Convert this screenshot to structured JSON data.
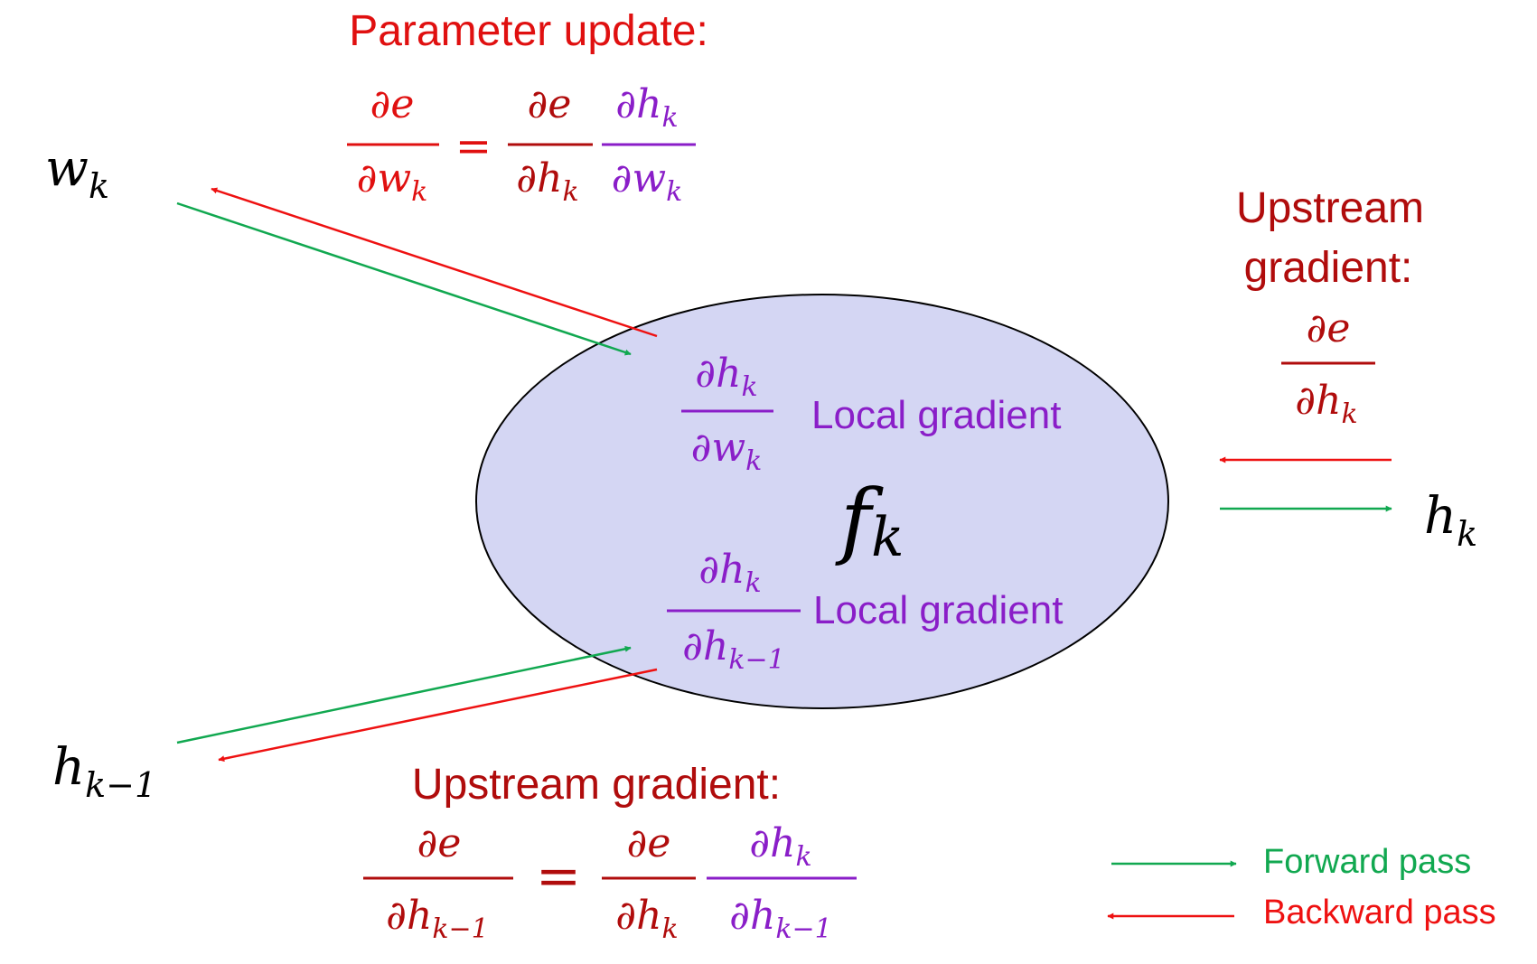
{
  "colors": {
    "forward": "#11a850",
    "backward": "#ee1111",
    "red_text": "#e01010",
    "dark_red": "#b00c0c",
    "purple": "#8a1ec8",
    "black": "#000000",
    "node_fill": "#d4d6f3",
    "node_stroke": "#000000"
  },
  "node": {
    "label": "f",
    "sub": "k"
  },
  "inputs": {
    "weight": {
      "base": "w",
      "sub": "k"
    },
    "prev": {
      "base": "h",
      "sub": "k−1"
    }
  },
  "output": {
    "base": "h",
    "sub": "k"
  },
  "parameter_update": {
    "title": "Parameter update:",
    "lhs": {
      "num": "∂e",
      "den_base": "∂w",
      "den_sub": "k"
    },
    "equals": "=",
    "rhs1": {
      "num": "∂e",
      "den_base": "∂h",
      "den_sub": "k"
    },
    "rhs2": {
      "num_base": "∂h",
      "num_sub": "k",
      "den_base": "∂w",
      "den_sub": "k"
    }
  },
  "upstream_right": {
    "title_line1": "Upstream",
    "title_line2": "gradient:",
    "frac": {
      "num": "∂e",
      "den_base": "∂h",
      "den_sub": "k"
    }
  },
  "local_gradient_top": {
    "label": "Local gradient",
    "frac": {
      "num_base": "∂h",
      "num_sub": "k",
      "den_base": "∂w",
      "den_sub": "k"
    }
  },
  "local_gradient_bottom": {
    "label": "Local gradient",
    "frac": {
      "num_base": "∂h",
      "num_sub": "k",
      "den_base": "∂h",
      "den_sub": "k−1"
    }
  },
  "upstream_bottom": {
    "title": "Upstream gradient:",
    "lhs": {
      "num": "∂e",
      "den_base": "∂h",
      "den_sub": "k−1"
    },
    "equals": "=",
    "rhs1": {
      "num": "∂e",
      "den_base": "∂h",
      "den_sub": "k"
    },
    "rhs2": {
      "num_base": "∂h",
      "num_sub": "k",
      "den_base": "∂h",
      "den_sub": "k−1"
    }
  },
  "legend": {
    "forward": "Forward pass",
    "backward": "Backward pass"
  }
}
